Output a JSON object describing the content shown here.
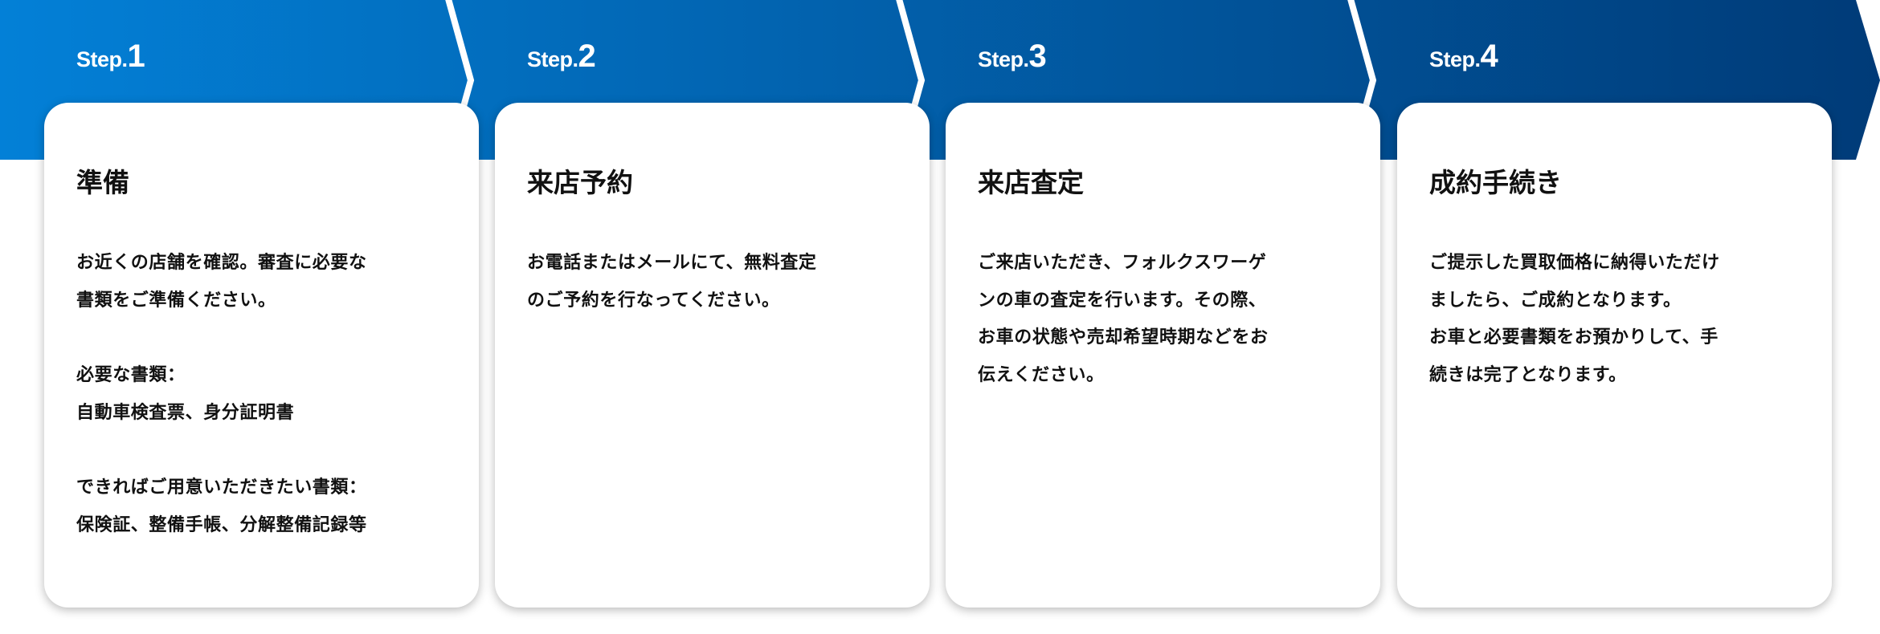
{
  "colors": {
    "banner_start": "#0380d7",
    "banner_end": "#003b78",
    "divider": "#ffffff",
    "card_bg": "#ffffff",
    "text": "#111111"
  },
  "steps": [
    {
      "step_word": "Step.",
      "number": "1",
      "title": "準備",
      "body": "お近くの店舗を確認。審査に必要な\n書類をご準備ください。\n\n必要な書類：\n自動車検査票、身分証明書\n\nできればご用意いただきたい書類：\n保険証、整備手帳、分解整備記録等"
    },
    {
      "step_word": "Step.",
      "number": "2",
      "title": "来店予約",
      "body": "お電話またはメールにて、無料査定\nのご予約を行なってください。"
    },
    {
      "step_word": "Step.",
      "number": "3",
      "title": "来店査定",
      "body": "ご来店いただき、フォルクスワーゲ\nンの車の査定を行います。その際、\nお車の状態や売却希望時期などをお\n伝えください。"
    },
    {
      "step_word": "Step.",
      "number": "4",
      "title": "成約手続き",
      "body": "ご提示した買取価格に納得いただけ\nましたら、ご成約となります。\nお車と必要書類をお預かりして、手\n続きは完了となります。"
    }
  ]
}
